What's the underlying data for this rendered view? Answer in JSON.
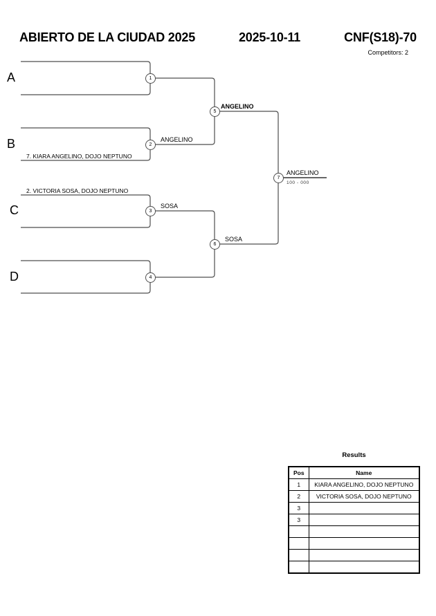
{
  "header": {
    "title": "ABIERTO DE LA CIUDAD 2025",
    "date": "2025-10-11",
    "category": "CNF(S18)-70",
    "competitors_label": "Competitors: 2"
  },
  "bracket": {
    "slots": [
      {
        "letter": "A",
        "name": ""
      },
      {
        "letter": "B",
        "name": "7. KIARA ANGELINO, DOJO NEPTUNO"
      },
      {
        "letter": "C",
        "name": "2. VICTORIA SOSA, DOJO NEPTUNO"
      },
      {
        "letter": "D",
        "name": ""
      }
    ],
    "nodes": [
      "1",
      "2",
      "3",
      "4",
      "5",
      "6",
      "7"
    ],
    "match_labels": {
      "match2_winner": "ANGELINO",
      "match3_winner": "SOSA",
      "semi1_winner": "ANGELINO",
      "semi2_winner": "SOSA",
      "final_winner": "ANGELINO",
      "final_score": "100 - 000"
    },
    "line_color": "#4d4d4d"
  },
  "results": {
    "title": "Results",
    "columns": [
      "Pos",
      "Name"
    ],
    "rows": [
      [
        "1",
        "KIARA ANGELINO, DOJO NEPTUNO"
      ],
      [
        "2",
        "VICTORIA SOSA, DOJO NEPTUNO"
      ],
      [
        "3",
        ""
      ],
      [
        "3",
        ""
      ],
      [
        "",
        ""
      ],
      [
        "",
        ""
      ],
      [
        "",
        ""
      ],
      [
        "",
        ""
      ]
    ]
  }
}
